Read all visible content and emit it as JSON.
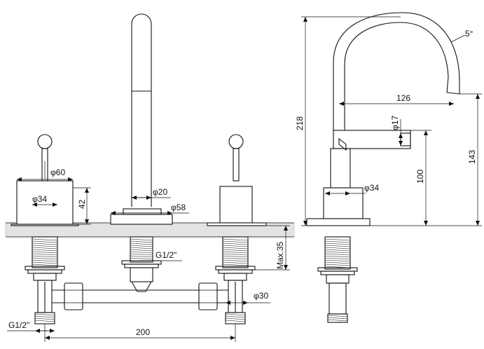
{
  "front_view": {
    "dims": {
      "phi60": "φ60",
      "phi34": "φ34",
      "h42": "42",
      "phi20": "φ20",
      "phi58": "φ58",
      "g12_center": "G1/2\"",
      "max35": "Max.35",
      "phi30": "φ30",
      "g12_left": "G1/2\"",
      "w200": "200"
    }
  },
  "side_view": {
    "dims": {
      "angle5": "5°",
      "w126": "126",
      "h218": "218",
      "phi17": "φ17",
      "h143": "143",
      "h100": "100",
      "phi34": "φ34"
    }
  }
}
